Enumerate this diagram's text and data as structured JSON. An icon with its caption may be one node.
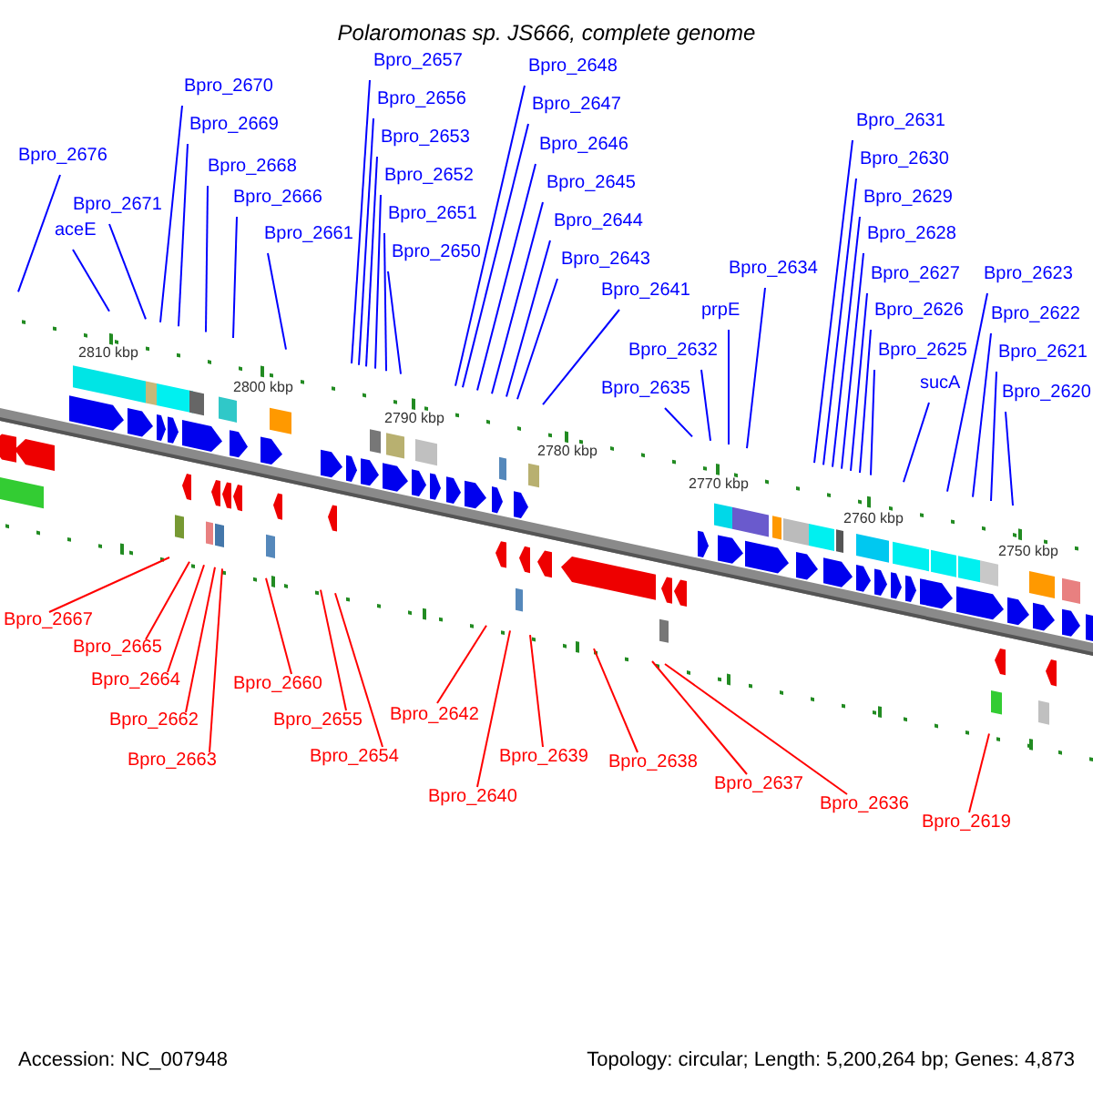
{
  "diagram": {
    "title": "Polaromonas sp. JS666, complete genome",
    "nodes": [
      {
        "text": [
          "Bpro_2676"
        ]
      },
      {
        "text": [
          "aceE"
        ]
      },
      {
        "text": [
          "Bpro_2671"
        ]
      },
      {
        "text": [
          "Bpro_2670"
        ]
      },
      {
        "text": [
          "Bpro_2669"
        ]
      },
      {
        "text": [
          "Bpro_2668"
        ]
      },
      {
        "text": [
          "Bpro_2666"
        ]
      },
      {
        "text": [
          "Bpro_2661"
        ]
      },
      {
        "text": [
          "Bpro_2657"
        ]
      },
      {
        "text": [
          "Bpro_2656"
        ]
      },
      {
        "text": [
          "Bpro_2653"
        ]
      },
      {
        "text": [
          "Bpro_2652"
        ]
      },
      {
        "text": [
          "Bpro_2651"
        ]
      },
      {
        "text": [
          "Bpro_2650"
        ]
      },
      {
        "text": [
          "Bpro_2648"
        ]
      },
      {
        "text": [
          "Bpro_2647"
        ]
      },
      {
        "text": [
          "Bpro_2646"
        ]
      },
      {
        "text": [
          "Bpro_2645"
        ]
      },
      {
        "text": [
          "Bpro_2644"
        ]
      },
      {
        "text": [
          "Bpro_2643"
        ]
      },
      {
        "text": [
          "Bpro_2641"
        ]
      },
      {
        "text": [
          "Bpro_2635"
        ]
      },
      {
        "text": [
          "Bpro_2632"
        ]
      },
      {
        "text": [
          "prpE"
        ]
      },
      {
        "text": [
          "Bpro_2634"
        ]
      },
      {
        "text": [
          "Bpro_2631"
        ]
      },
      {
        "text": [
          "Bpro_2630"
        ]
      },
      {
        "text": [
          "Bpro_2629"
        ]
      },
      {
        "text": [
          "Bpro_2628"
        ]
      },
      {
        "text": [
          "Bpro_2627"
        ]
      },
      {
        "text": [
          "Bpro_2626"
        ]
      },
      {
        "text": [
          "Bpro_2625"
        ]
      },
      {
        "text": [
          "sucA"
        ]
      },
      {
        "text": [
          "Bpro_2623"
        ]
      },
      {
        "text": [
          "Bpro_2622"
        ]
      },
      {
        "text": [
          "Bpro_2621"
        ]
      },
      {
        "text": [
          "Bpro_2620"
        ]
      },
      {
        "text": [
          "Bpro_2667"
        ]
      },
      {
        "text": [
          "Bpro_2665"
        ]
      },
      {
        "text": [
          "Bpro_2664"
        ]
      },
      {
        "text": [
          "Bpro_2662"
        ]
      },
      {
        "text": [
          "Bpro_2663"
        ]
      },
      {
        "text": [
          "Bpro_2660"
        ]
      },
      {
        "text": [
          "Bpro_2655"
        ]
      },
      {
        "text": [
          "Bpro_2654"
        ]
      },
      {
        "text": [
          "Bpro_2642"
        ]
      },
      {
        "text": [
          "Bpro_2640"
        ]
      },
      {
        "text": [
          "Bpro_2639"
        ]
      },
      {
        "text": [
          "Bpro_2638"
        ]
      },
      {
        "text": [
          "Bpro_2637"
        ]
      },
      {
        "text": [
          "Bpro_2636"
        ]
      },
      {
        "text": [
          "Bpro_2619"
        ]
      }
    ],
    "edges": [
      {
        "from": 0,
        "to": null,
        "arrow": "none"
      },
      {
        "from": 1,
        "to": null,
        "arrow": "none"
      },
      {
        "from": 2,
        "to": null,
        "arrow": "none"
      },
      {
        "from": 3,
        "to": null,
        "arrow": "none"
      },
      {
        "from": 4,
        "to": null,
        "arrow": "none"
      },
      {
        "from": 5,
        "to": null,
        "arrow": "none"
      },
      {
        "from": 6,
        "to": null,
        "arrow": "none"
      },
      {
        "from": 7,
        "to": null,
        "arrow": "none"
      },
      {
        "from": 8,
        "to": null,
        "arrow": "none"
      },
      {
        "from": 9,
        "to": null,
        "arrow": "none"
      },
      {
        "from": 10,
        "to": null,
        "arrow": "none"
      },
      {
        "from": 11,
        "to": null,
        "arrow": "none"
      },
      {
        "from": 12,
        "to": null,
        "arrow": "none"
      },
      {
        "from": 13,
        "to": null,
        "arrow": "none"
      },
      {
        "from": 14,
        "to": null,
        "arrow": "none"
      },
      {
        "from": 15,
        "to": null,
        "arrow": "none"
      },
      {
        "from": 16,
        "to": null,
        "arrow": "none"
      },
      {
        "from": 17,
        "to": null,
        "arrow": "none"
      },
      {
        "from": 18,
        "to": null,
        "arrow": "none"
      },
      {
        "from": 19,
        "to": null,
        "arrow": "none"
      },
      {
        "from": 20,
        "to": null,
        "arrow": "none"
      },
      {
        "from": 21,
        "to": null,
        "arrow": "none"
      },
      {
        "from": 22,
        "to": null,
        "arrow": "none"
      },
      {
        "from": 23,
        "to": null,
        "arrow": "none"
      },
      {
        "from": 24,
        "to": null,
        "arrow": "none"
      },
      {
        "from": 25,
        "to": null,
        "arrow": "none"
      },
      {
        "from": 26,
        "to": null,
        "arrow": "none"
      },
      {
        "from": 27,
        "to": null,
        "arrow": "none"
      },
      {
        "from": 28,
        "to": null,
        "arrow": "none"
      },
      {
        "from": 29,
        "to": null,
        "arrow": "none"
      },
      {
        "from": 30,
        "to": null,
        "arrow": "none"
      },
      {
        "from": 31,
        "to": null,
        "arrow": "none"
      },
      {
        "from": 32,
        "to": null,
        "arrow": "none"
      },
      {
        "from": 33,
        "to": null,
        "arrow": "none"
      },
      {
        "from": 34,
        "to": null,
        "arrow": "none"
      },
      {
        "from": 35,
        "to": null,
        "arrow": "none"
      },
      {
        "from": 36,
        "to": null,
        "arrow": "none"
      },
      {
        "from": 37,
        "to": null,
        "arrow": "none",
        "color": "#ff0000"
      },
      {
        "from": 38,
        "to": null,
        "arrow": "none",
        "color": "#ff0000"
      },
      {
        "from": 39,
        "to": null,
        "arrow": "none",
        "color": "#ff0000"
      },
      {
        "from": 40,
        "to": null,
        "arrow": "none",
        "color": "#ff0000"
      },
      {
        "from": 41,
        "to": null,
        "arrow": "none",
        "color": "#ff0000"
      },
      {
        "from": 42,
        "to": null,
        "arrow": "none",
        "color": "#ff0000"
      },
      {
        "from": 43,
        "to": null,
        "arrow": "none",
        "color": "#ff0000"
      },
      {
        "from": 44,
        "to": null,
        "arrow": "none",
        "color": "#ff0000"
      },
      {
        "from": 45,
        "to": null,
        "arrow": "none",
        "color": "#ff0000"
      },
      {
        "from": 46,
        "to": null,
        "arrow": "none",
        "color": "#ff0000"
      },
      {
        "from": 47,
        "to": null,
        "arrow": "none",
        "color": "#ff0000"
      },
      {
        "from": 48,
        "to": null,
        "arrow": "none",
        "color": "#ff0000"
      },
      {
        "from": 49,
        "to": null,
        "arrow": "none",
        "color": "#ff0000"
      },
      {
        "from": 50,
        "to": null,
        "arrow": "none",
        "color": "#ff0000"
      },
      {
        "from": 51,
        "to": null,
        "arrow": "none",
        "color": "#ff0000"
      }
    ],
    "labels": [
      "2810 kbp",
      "2800 kbp",
      "2790 kbp",
      "2780 kbp",
      "2770 kbp",
      "2760 kbp",
      "2750 kbp",
      "Accession: NC_007948",
      "Topology: circular; Length: 5,200,264 bp; Genes: 4,873"
    ]
  }
}
